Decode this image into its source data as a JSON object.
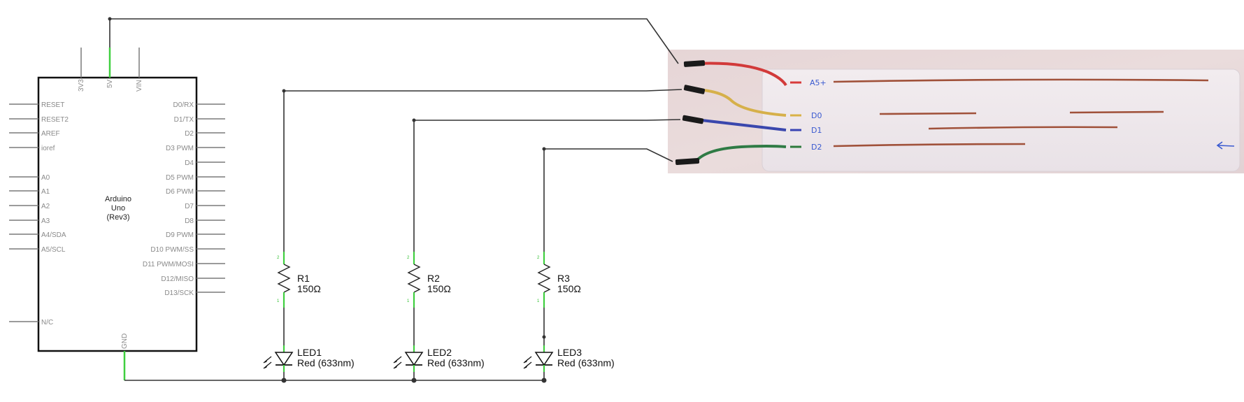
{
  "colors": {
    "wire": "#333333",
    "pin_green": "#3fcf3f",
    "pin_grey": "#7a7a7a",
    "board_outline": "#111111",
    "strip_ink": "#3a5ad0"
  },
  "arduino": {
    "name_line1": "Arduino",
    "name_line2": "Uno",
    "name_line3": "(Rev3)",
    "top_pins": [
      "3V3",
      "5V",
      "VIN"
    ],
    "bottom_pin": "GND",
    "left_pins": [
      "RESET",
      "RESET2",
      "AREF",
      "ioref",
      "A0",
      "A1",
      "A2",
      "A3",
      "A4/SDA",
      "A5/SCL",
      "N/C"
    ],
    "right_pins": [
      "D0/RX",
      "D1/TX",
      "D2",
      "D3 PWM",
      "D4",
      "D5 PWM",
      "D6 PWM",
      "D7",
      "D8",
      "D9 PWM",
      "D10 PWM/SS",
      "D11 PWM/MOSI",
      "D12/MISO",
      "D13/SCK"
    ]
  },
  "components": {
    "r1": {
      "name": "R1",
      "value": "150Ω"
    },
    "r2": {
      "name": "R2",
      "value": "150Ω"
    },
    "r3": {
      "name": "R3",
      "value": "150Ω"
    },
    "led1": {
      "name": "LED1",
      "value": "Red (633nm)"
    },
    "led2": {
      "name": "LED2",
      "value": "Red (633nm)"
    },
    "led3": {
      "name": "LED3",
      "value": "Red (633nm)"
    },
    "pin_num_top": "2",
    "pin_num_bottom": "1"
  },
  "photo": {
    "labels": [
      "A5+",
      "D0",
      "D1",
      "D2"
    ],
    "arrow_icon": "arrow-left-icon"
  }
}
